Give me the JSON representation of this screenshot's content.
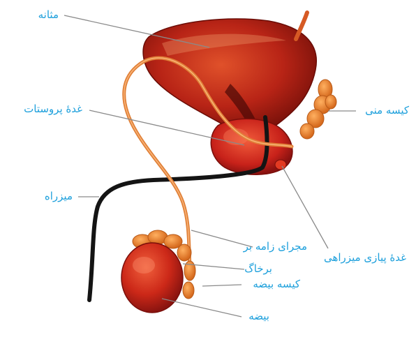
{
  "labels": {
    "bladder": "مثانه",
    "prostate": "غدهٔ پروستات",
    "urethra": "میزراه",
    "seminal_vesicle": "کیسه منی",
    "bulbourethral_gland": "غدهٔ پیازی میزراهی",
    "vas_deferens": "مجرای زامه بر",
    "epididymis": "برخاگ",
    "scrotum": "کیسه بیضه",
    "testis": "بیضه"
  },
  "colors": {
    "label_text": "#1ea0dc",
    "leader_line": "#8a8a8a",
    "organ_red": "#c9281a",
    "organ_orange": "#e8862c",
    "urethra_black": "#141414"
  }
}
